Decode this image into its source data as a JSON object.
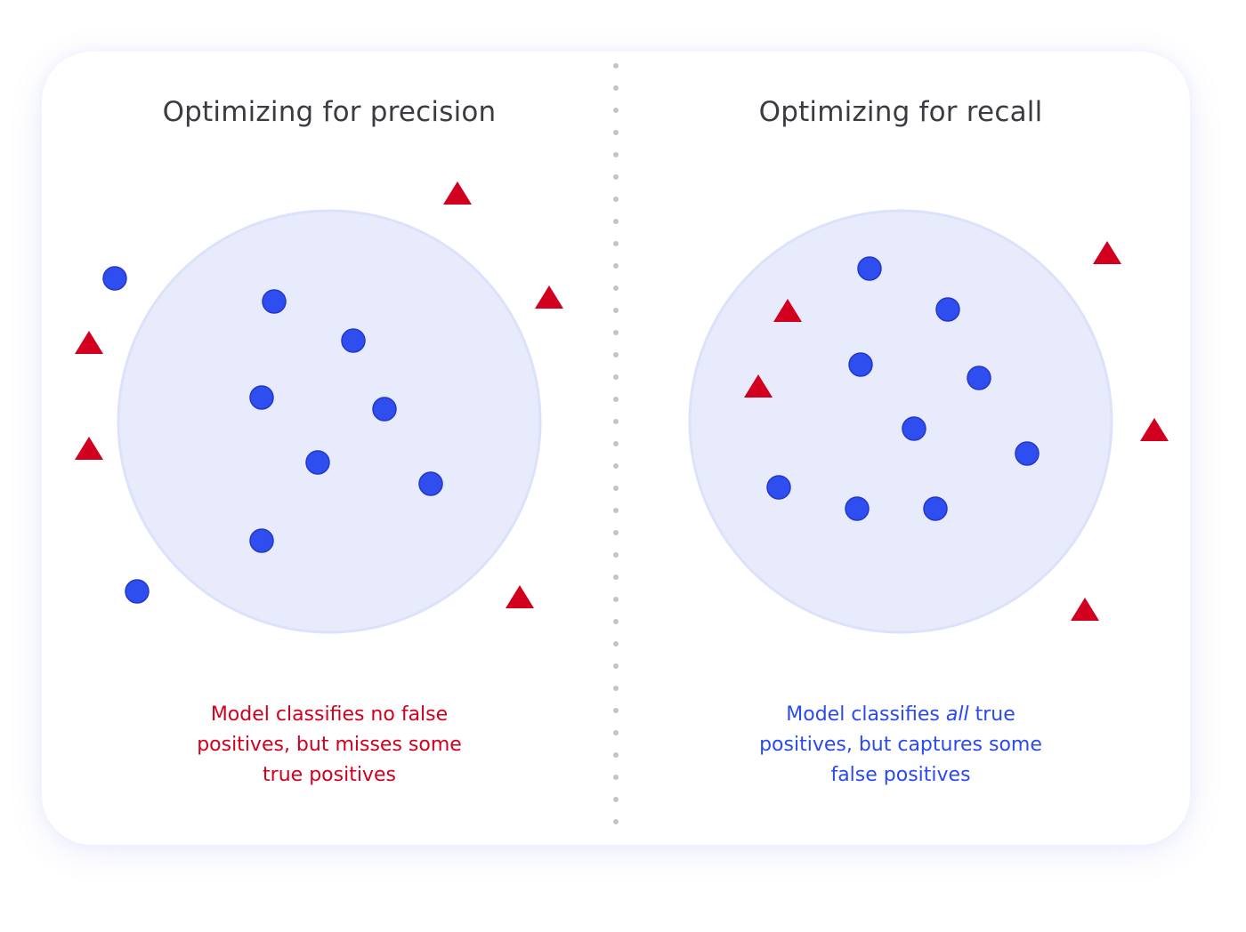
{
  "left_panel": {
    "title": "Optimizing for precision",
    "caption_lines": [
      "Model classifies no false",
      "positives, but misses some",
      "true positives"
    ]
  },
  "right_panel": {
    "title": "Optimizing for recall",
    "caption_line1_before": "Model classifies ",
    "caption_line1_emphasis": "all",
    "caption_line1_after": " true",
    "caption_line2": "positives, but captures some",
    "caption_line3": "false positives"
  },
  "legend_colors": {
    "positive": "#2f4ef0",
    "negative": "#d2001e",
    "circle_fill": "#e8ebfb",
    "circle_stroke": "#dde2fb",
    "divider": "#c4c4c4"
  }
}
